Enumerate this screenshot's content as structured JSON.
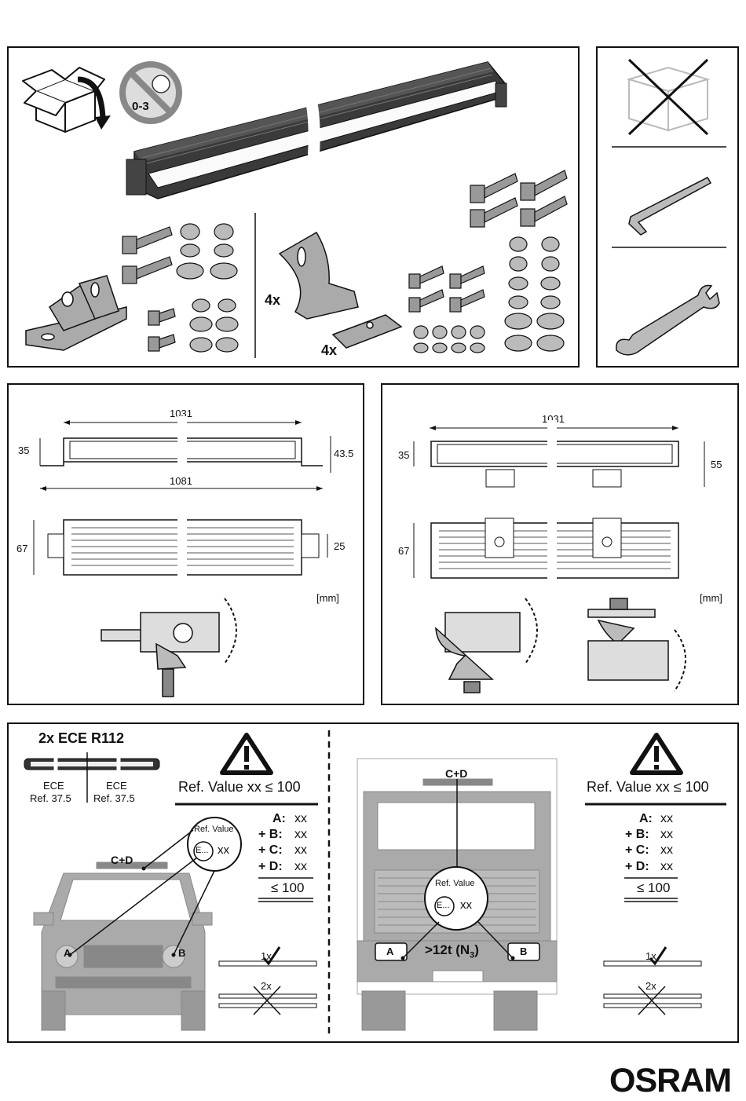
{
  "parts_panel": {
    "qty_bracket": "4x",
    "qty_clamp": "4x",
    "age_warning": "0-3"
  },
  "dims_left": {
    "length_top": "1031",
    "length_bottom": "1081",
    "height_left": "35",
    "height_right": "43.5",
    "depth_left": "67",
    "depth_right": "25",
    "unit": "[mm]"
  },
  "dims_right": {
    "length_top": "1031",
    "height_left": "35",
    "height_right": "55",
    "depth_left": "67",
    "unit": "[mm]"
  },
  "legal_left": {
    "regulation": "2x ECE R112",
    "ece_left_1": "ECE",
    "ece_left_2": "Ref. 37.5",
    "ece_right_1": "ECE",
    "ece_right_2": "Ref. 37.5",
    "ref_value": "Ref. Value xx ≤ 100",
    "sum_a_label": "A:",
    "sum_a_val": "xx",
    "sum_b_label": "+ B:",
    "sum_b_val": "xx",
    "sum_c_label": "+ C:",
    "sum_c_val": "xx",
    "sum_d_label": "+ D:",
    "sum_d_val": "xx",
    "sum_total": "≤ 100",
    "circle_ref": "Ref. Value",
    "circle_e": "E...",
    "circle_xx": "xx",
    "cd_label": "C+D",
    "a_label": "A",
    "b_label": "B",
    "ok_count": "1x",
    "bad_count": "2x"
  },
  "legal_right": {
    "ref_value": "Ref. Value xx ≤ 100",
    "sum_a_label": "A:",
    "sum_a_val": "xx",
    "sum_b_label": "+ B:",
    "sum_b_val": "xx",
    "sum_c_label": "+ C:",
    "sum_c_val": "xx",
    "sum_d_label": "+ D:",
    "sum_d_val": "xx",
    "sum_total": "≤ 100",
    "circle_ref": "Ref. Value",
    "circle_e": "E...",
    "circle_xx": "xx",
    "cd_label": "C+D",
    "a_label": "A",
    "b_label": "B",
    "truck_weight": ">12t (N",
    "truck_weight_sub": "3",
    "truck_weight_end": ")",
    "ok_count": "1x",
    "bad_count": "2x"
  },
  "brand": {
    "logo": "OSRAM"
  }
}
